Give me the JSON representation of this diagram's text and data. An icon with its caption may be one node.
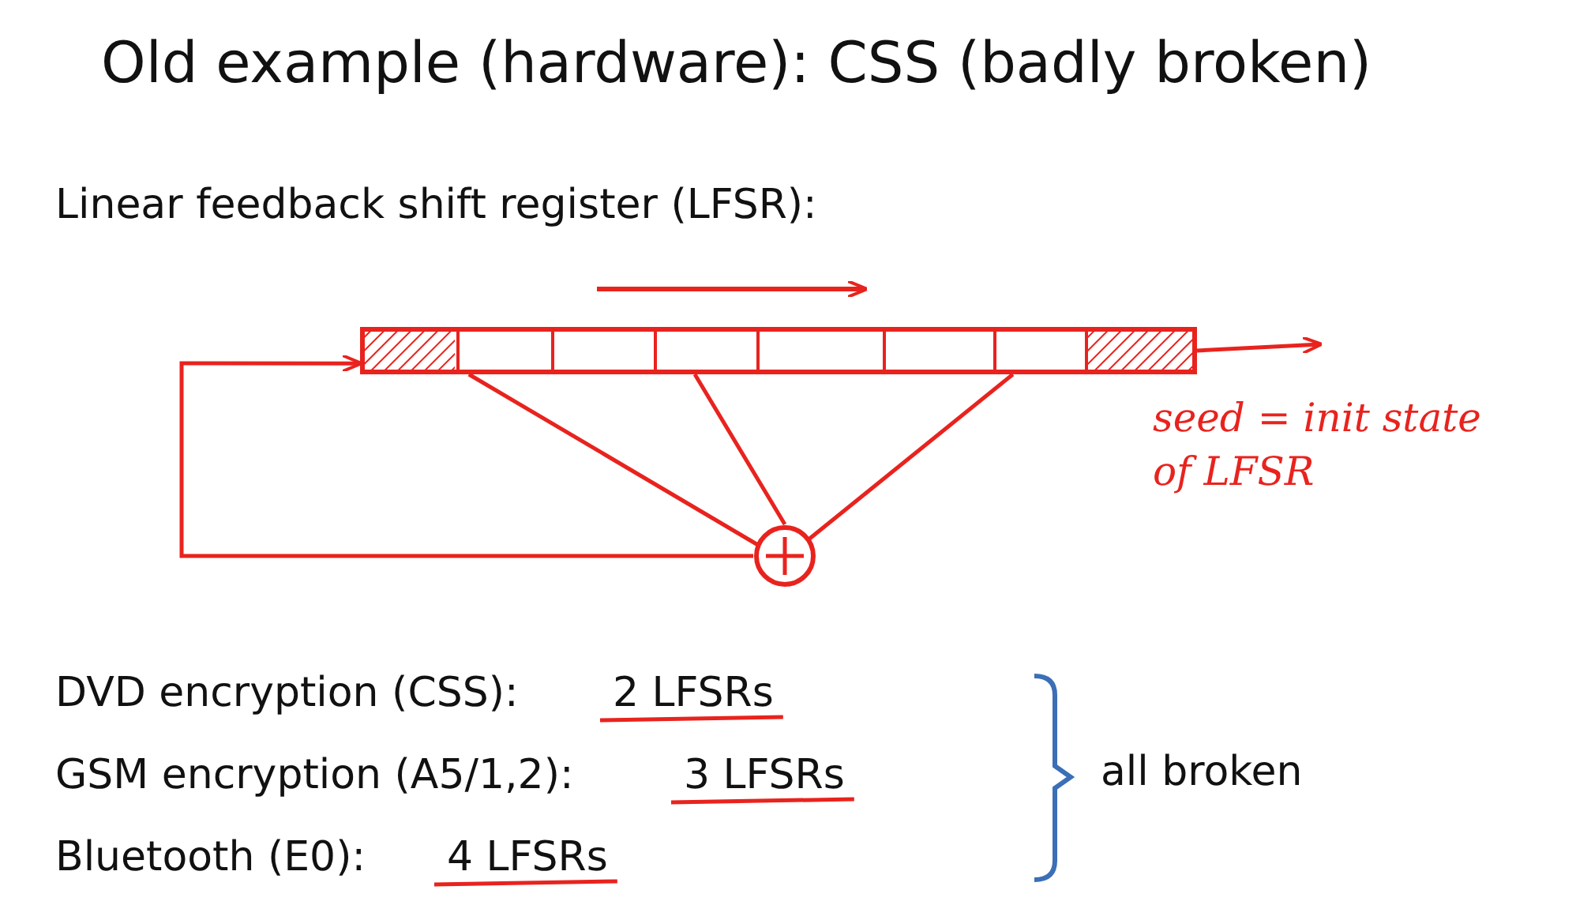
{
  "diagram": {
    "title": "Old example (hardware): CSS (badly broken)",
    "nodes": [
      {
        "text": [],
        "shape": "bar"
      },
      {
        "text": [],
        "shape": "circle"
      }
    ],
    "edges": [
      {
        "from": 0,
        "to": null,
        "arrow": "to"
      },
      {
        "from": 0,
        "to": 1,
        "arrow": "none"
      },
      {
        "from": 0,
        "to": 1,
        "arrow": "none"
      },
      {
        "from": 0,
        "to": 1,
        "arrow": "none"
      },
      {
        "from": 1,
        "to": 0,
        "arrow": "to"
      }
    ],
    "labels": [
      "Linear feedback shift register (LFSR):",
      "seed = init state of LFSR",
      "DVD encryption (CSS):",
      "2 LFSRs",
      "GSM encryption (A5/1,2):",
      "3 LFSRs",
      "Bluetooth (E0):",
      "4 LFSRs",
      "all broken"
    ]
  }
}
